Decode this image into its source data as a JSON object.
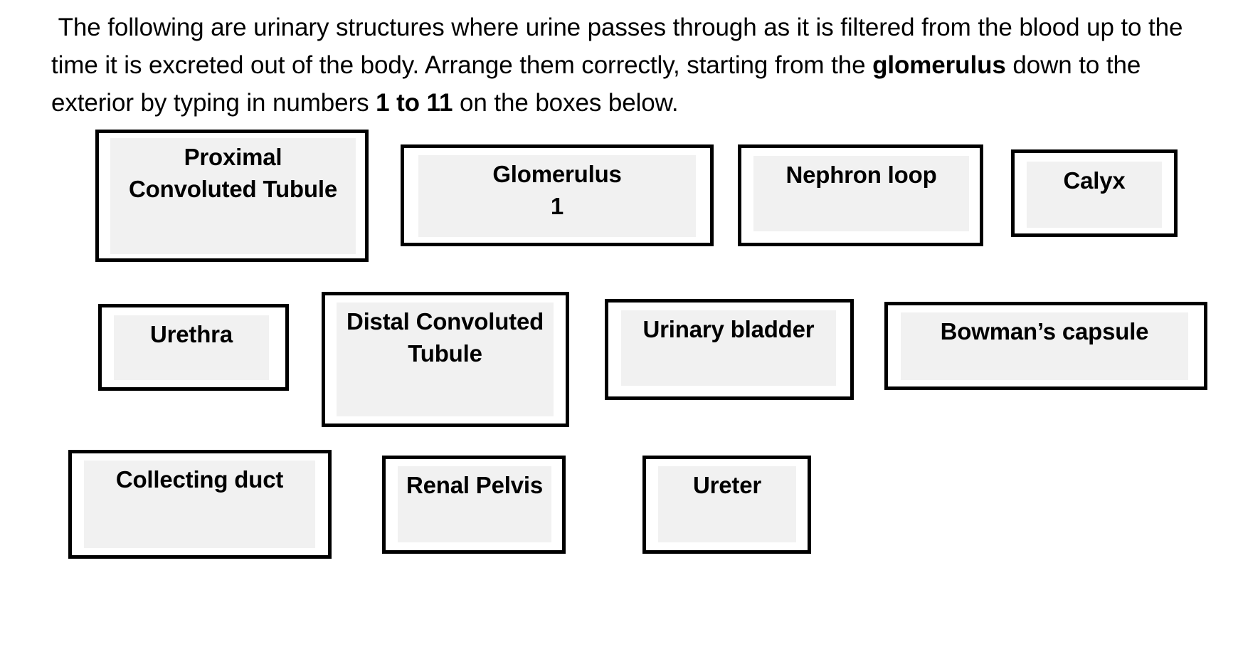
{
  "document": {
    "type": "worksheet-question",
    "instruction_segments": [
      {
        "text": " The following are urinary structures where urine passes through as it is filtered from the blood up to the time it is excreted out of the body. Arrange them correctly, starting from the ",
        "bold": false
      },
      {
        "text": "glomerulus",
        "bold": true
      },
      {
        "text": " down to the exterior by typing in numbers ",
        "bold": false
      },
      {
        "text": "1 to 11",
        "bold": true
      },
      {
        "text": " on the boxes below.",
        "bold": false
      }
    ],
    "instruction_plain": " The following are urinary structures where urine passes through as it is filtered from the blood up to the time it is excreted out of the body. Arrange them correctly, starting from the glomerulus down to the exterior by typing in numbers 1 to 11 on the boxes below."
  },
  "colors": {
    "page_background": "#ffffff",
    "box_border": "#000000",
    "field_fill": "#f1f1f1",
    "text": "#000000"
  },
  "answer_boxes": [
    {
      "id": "proximal-convoluted-tubule",
      "label": "Proximal\nConvoluted Tubule",
      "answer": "",
      "row": 1
    },
    {
      "id": "glomerulus",
      "label": "Glomerulus\n1",
      "answer": "1",
      "row": 1
    },
    {
      "id": "nephron-loop",
      "label": "Nephron loop",
      "answer": "",
      "row": 1
    },
    {
      "id": "calyx",
      "label": "Calyx",
      "answer": "",
      "row": 1
    },
    {
      "id": "urethra",
      "label": "Urethra",
      "answer": "",
      "row": 2
    },
    {
      "id": "distal-convoluted-tubule",
      "label": "Distal Convoluted\nTubule",
      "answer": "",
      "row": 2
    },
    {
      "id": "urinary-bladder",
      "label": "Urinary bladder",
      "answer": "",
      "row": 2
    },
    {
      "id": "bowmans-capsule",
      "label": "Bowman’s capsule",
      "answer": "",
      "row": 2
    },
    {
      "id": "collecting-duct",
      "label": "Collecting duct",
      "answer": "",
      "row": 3
    },
    {
      "id": "renal-pelvis",
      "label": "Renal Pelvis",
      "answer": "",
      "row": 3
    },
    {
      "id": "ureter",
      "label": "Ureter",
      "answer": "",
      "row": 3
    }
  ]
}
